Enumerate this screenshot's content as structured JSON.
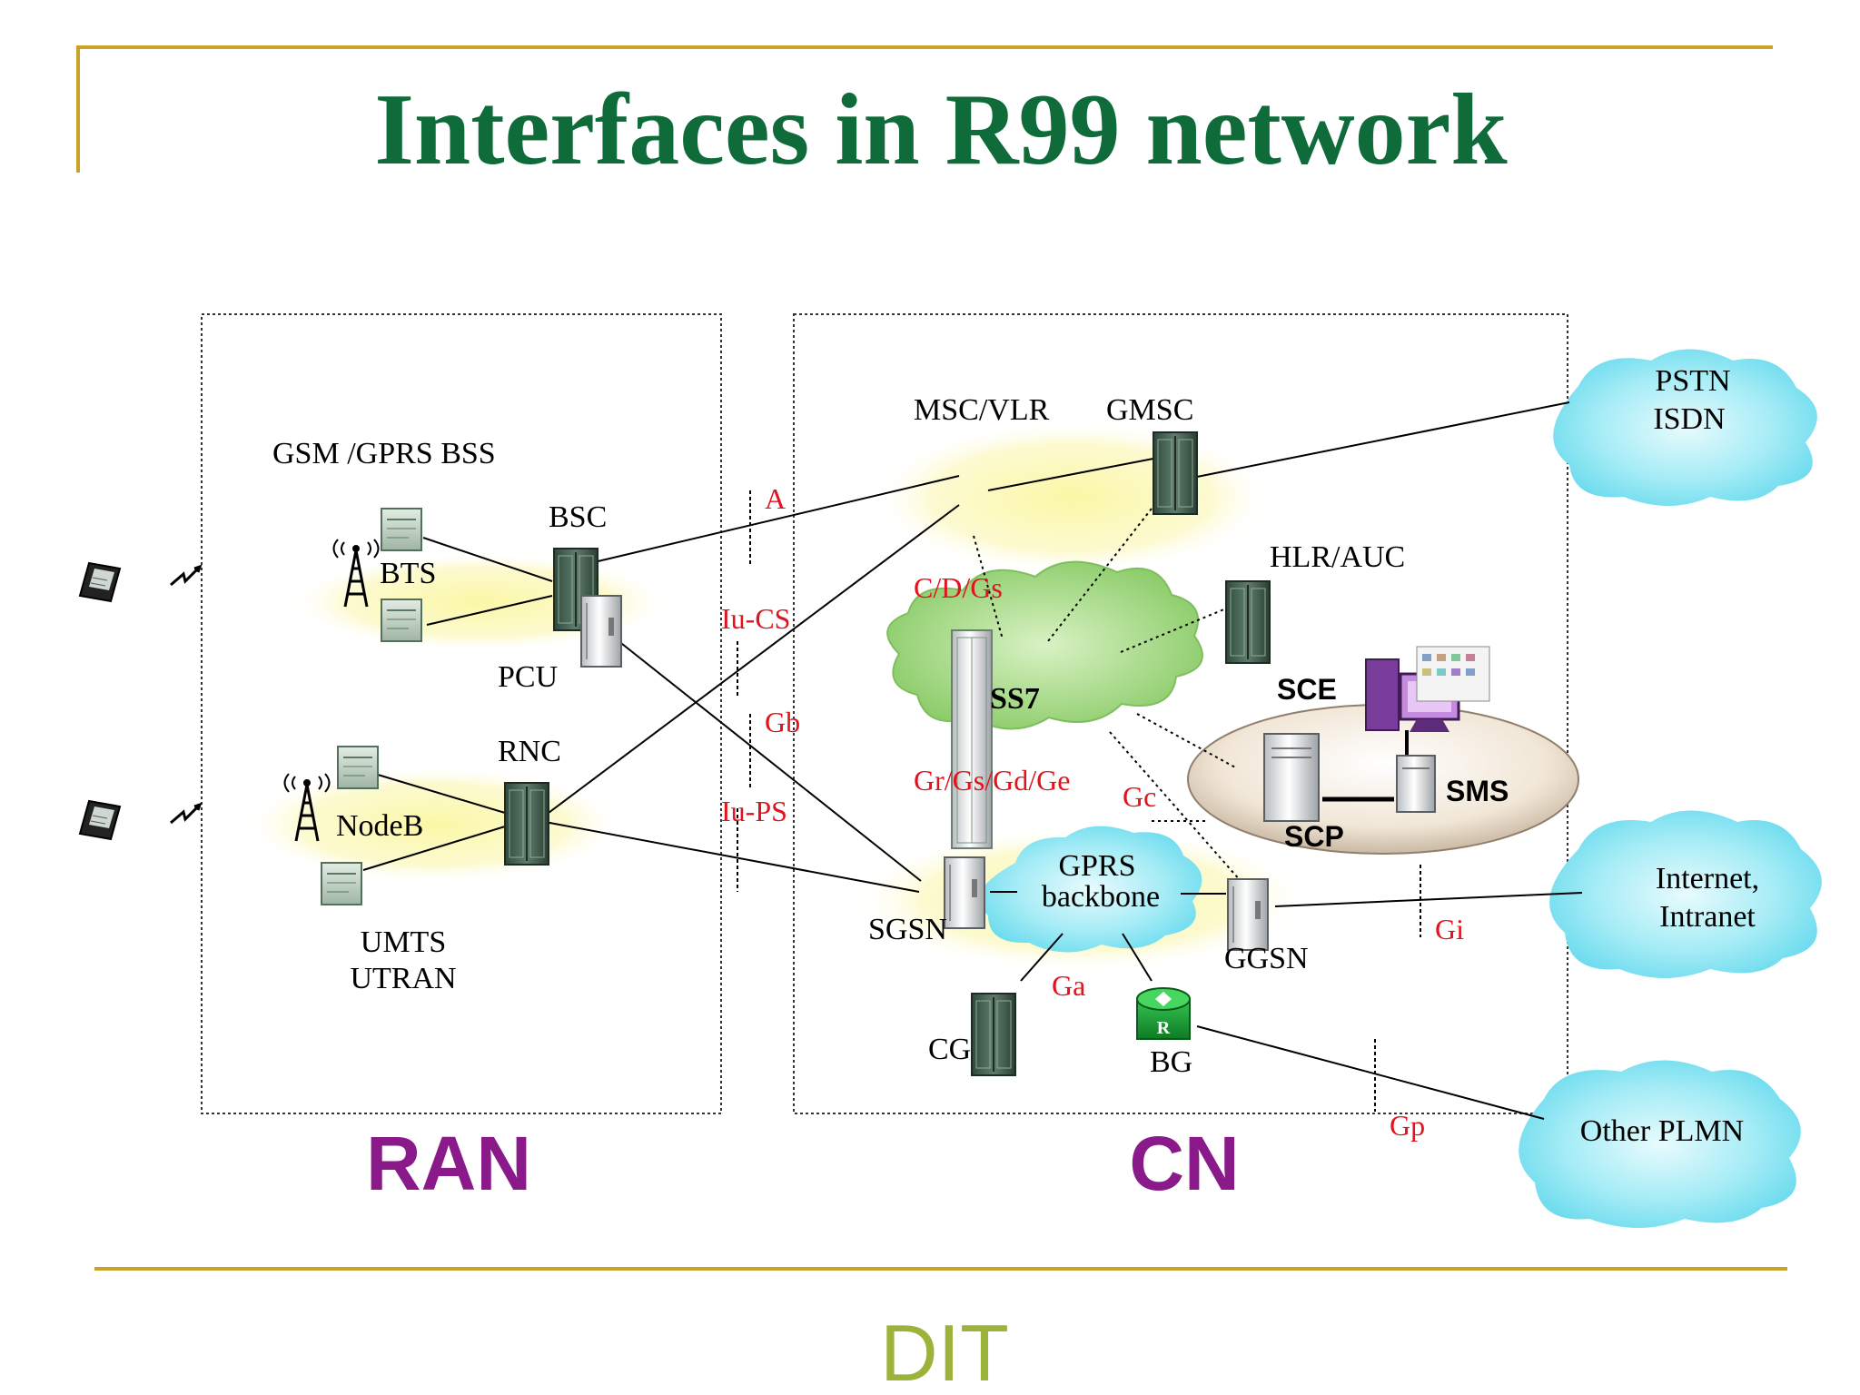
{
  "title": "Interfaces in R99 network",
  "footer": "DIT",
  "regions": {
    "ran": "RAN",
    "cn": "CN"
  },
  "nodes": {
    "gsm_bss": "GSM /GPRS  BSS",
    "bts": "BTS",
    "bsc": "BSC",
    "pcu": "PCU",
    "rnc": "RNC",
    "nodeb": "NodeB",
    "umts_line1": "UMTS",
    "umts_line2": "UTRAN",
    "msc_vlr": "MSC/VLR",
    "gmsc": "GMSC",
    "hlr_auc": "HLR/AUC",
    "ss7": "SS7",
    "sce": "SCE",
    "sms": "SMS",
    "scp": "SCP",
    "sgsn": "SGSN",
    "ggsn": "GGSN",
    "gprs_backbone_line1": "GPRS",
    "gprs_backbone_line2": "backbone",
    "cg": "CG",
    "bg": "BG",
    "router_mark": "R"
  },
  "clouds": {
    "pstn_line1": "PSTN",
    "pstn_line2": "ISDN",
    "internet_line1": "Internet,",
    "internet_line2": "Intranet",
    "other_plmn": "Other PLMN"
  },
  "interfaces": {
    "a": "A",
    "iu_cs": "Iu-CS",
    "gb": "Gb",
    "iu_ps": "Iu-PS",
    "cdgs": "C/D/Gs",
    "gr": "Gr/Gs/Gd/Ge",
    "gc": "Gc",
    "gi": "Gi",
    "ga": "Ga",
    "gp": "Gp"
  },
  "colors": {
    "title": "#0f6b3a",
    "accent_rule": "#c9a227",
    "interface_label": "#e0141e",
    "region_label": "#8a1a8a",
    "footer": "#9bb33a",
    "cloud": "#8fe6f2",
    "ss7_cloud": "#a8d98a",
    "highlight": "#fbf7a6"
  }
}
